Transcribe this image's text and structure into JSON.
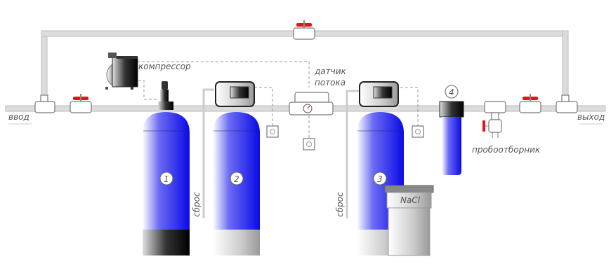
{
  "labels": {
    "inlet": "ввод",
    "outlet": "выход",
    "compressor": "компрессор",
    "flow_sensor_line1": "датчик",
    "flow_sensor_line2": "потока",
    "sampler": "пробоотборник",
    "drain_1": "сброс",
    "drain_2": "сброс",
    "salt": "NaCl"
  },
  "numbers": [
    "1",
    "2",
    "3",
    "4"
  ],
  "colors": {
    "tank_blue": "#2a2af0",
    "valve_red": "#e8101a",
    "pipe": "#dcdcdc"
  }
}
